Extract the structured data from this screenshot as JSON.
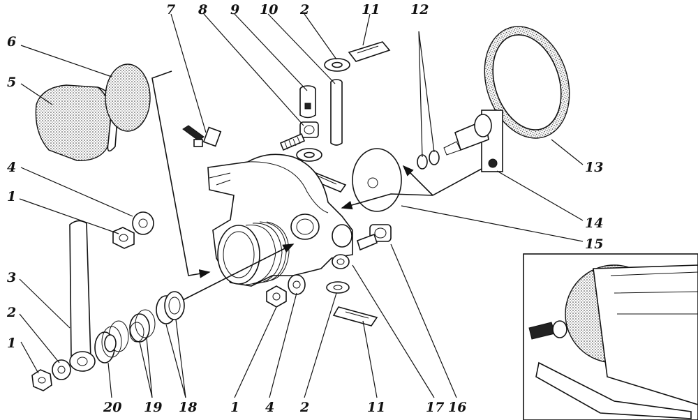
{
  "callouts": {
    "c1a": "1",
    "c1b": "1",
    "c1c": "1",
    "c2a": "2",
    "c2b": "2",
    "c2c": "2",
    "c3": "3",
    "c4a": "4",
    "c4b": "4",
    "c5": "5",
    "c6": "6",
    "c7": "7",
    "c8": "8",
    "c9": "9",
    "c10": "10",
    "c11a": "11",
    "c11b": "11",
    "c12": "12",
    "c13": "13",
    "c14": "14",
    "c15": "15",
    "c16": "16",
    "c17": "17",
    "c18": "18",
    "c19": "19",
    "c20": "20"
  },
  "colors": {
    "ink": "#111111",
    "paper": "#ffffff"
  }
}
